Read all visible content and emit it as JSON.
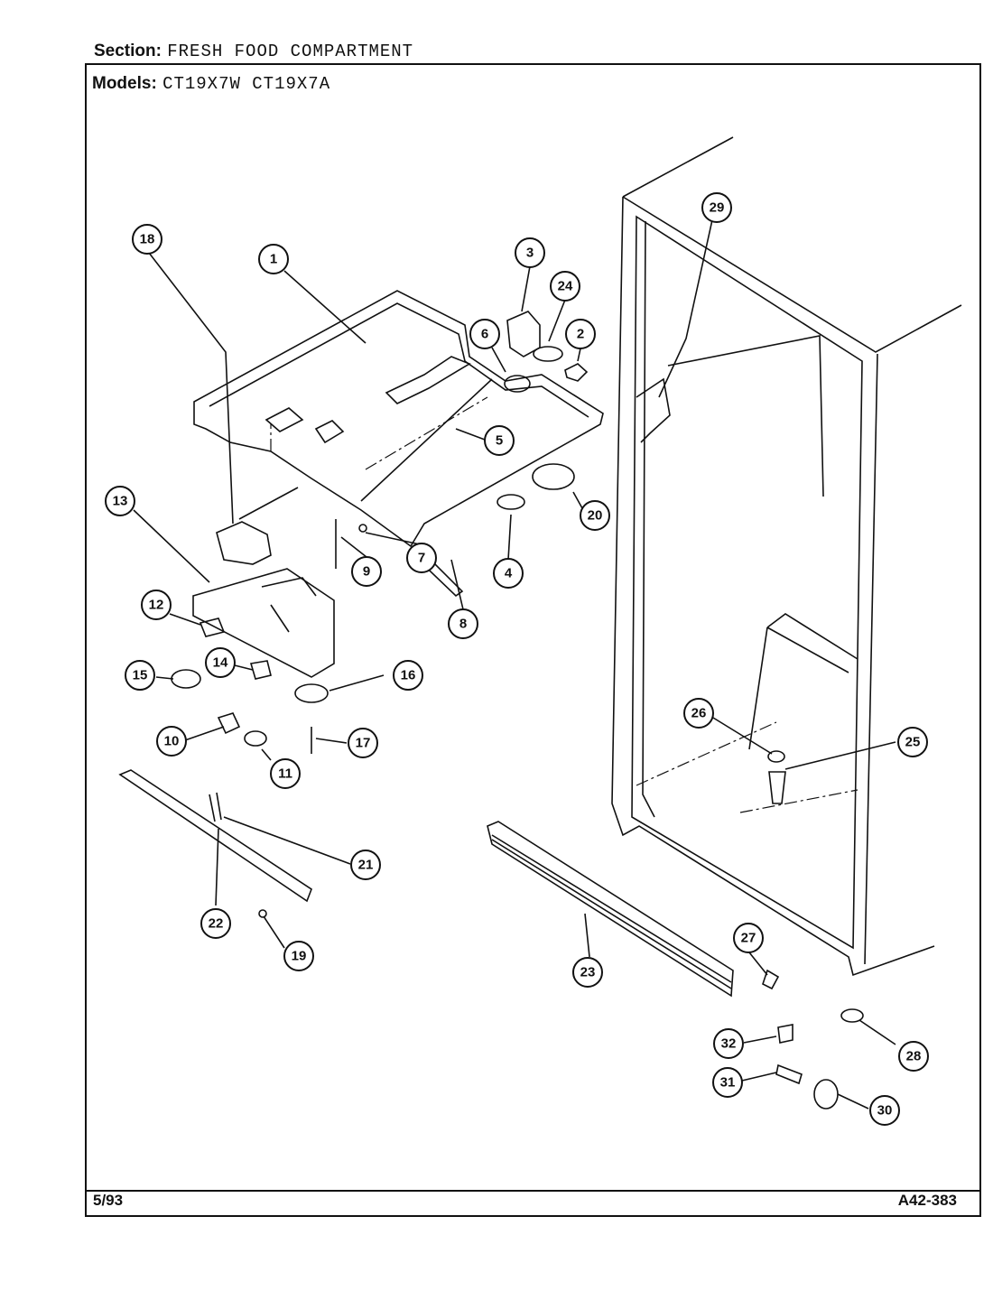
{
  "header": {
    "section_label": "Section:",
    "section_value": "FRESH FOOD COMPARTMENT",
    "models_label": "Models:",
    "models_value": "CT19X7W CT19X7A"
  },
  "footer": {
    "date": "5/93",
    "code": "A42-383"
  },
  "callouts": [
    "1",
    "2",
    "3",
    "4",
    "5",
    "6",
    "7",
    "8",
    "9",
    "10",
    "11",
    "12",
    "13",
    "14",
    "15",
    "16",
    "17",
    "18",
    "19",
    "20",
    "21",
    "22",
    "23",
    "24",
    "25",
    "26",
    "27",
    "28",
    "29",
    "30",
    "31",
    "32"
  ]
}
